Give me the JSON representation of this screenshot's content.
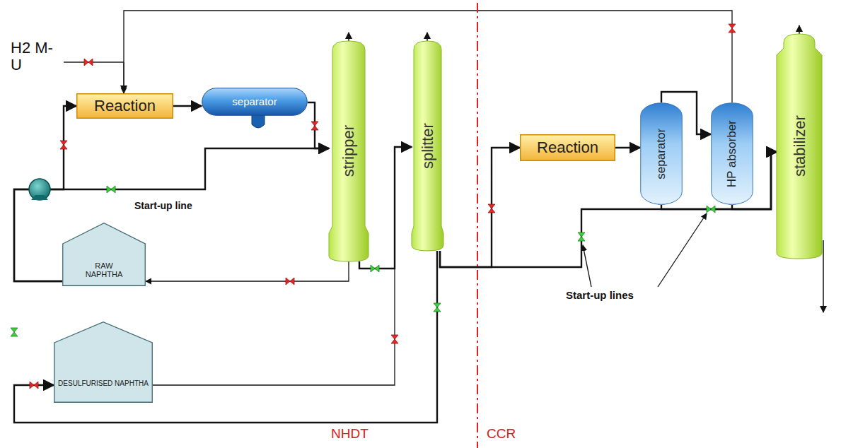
{
  "diagram": {
    "nodes": [
      {
        "text": [
          "Reaction"
        ]
      },
      {
        "text": [
          "separator"
        ]
      },
      {
        "text": [
          "stripper"
        ]
      },
      {
        "text": [
          "splitter"
        ]
      },
      {
        "text": [
          "RAW NAPHTHA"
        ]
      },
      {
        "text": [
          "DESULFURISED NAPHTHA"
        ]
      },
      {
        "text": [
          "Reaction"
        ]
      },
      {
        "text": [
          "separator"
        ]
      },
      {
        "text": [
          "HP absorber"
        ]
      },
      {
        "text": [
          "stabilizer"
        ]
      }
    ],
    "edges": [
      {
        "from": 0,
        "to": 1,
        "arrow": "to"
      },
      {
        "from": 1,
        "to": 2,
        "arrow": "to"
      },
      {
        "from": 2,
        "to": 3,
        "arrow": "to"
      },
      {
        "from": 2,
        "to": 4,
        "arrow": "to"
      },
      {
        "from": 4,
        "to": 0,
        "arrow": "to"
      },
      {
        "from": 4,
        "to": 2,
        "arrow": "to"
      },
      {
        "from": 5,
        "to": 3,
        "arrow": "to"
      },
      {
        "from": 3,
        "to": 5,
        "arrow": "to"
      },
      {
        "from": 3,
        "to": 6,
        "arrow": "to"
      },
      {
        "from": 6,
        "to": 7,
        "arrow": "to"
      },
      {
        "from": 7,
        "to": 8,
        "arrow": "to"
      },
      {
        "from": 7,
        "to": 9,
        "arrow": "to"
      },
      {
        "from": 8,
        "to": 9,
        "arrow": "to"
      },
      {
        "from": 3,
        "to": 9,
        "arrow": "to"
      },
      {
        "from": 8,
        "to": 0,
        "arrow": "to"
      }
    ],
    "labels": [
      "H2 M-U",
      "Start-up line",
      "Start-up lines",
      "NHDT",
      "CCR"
    ]
  }
}
